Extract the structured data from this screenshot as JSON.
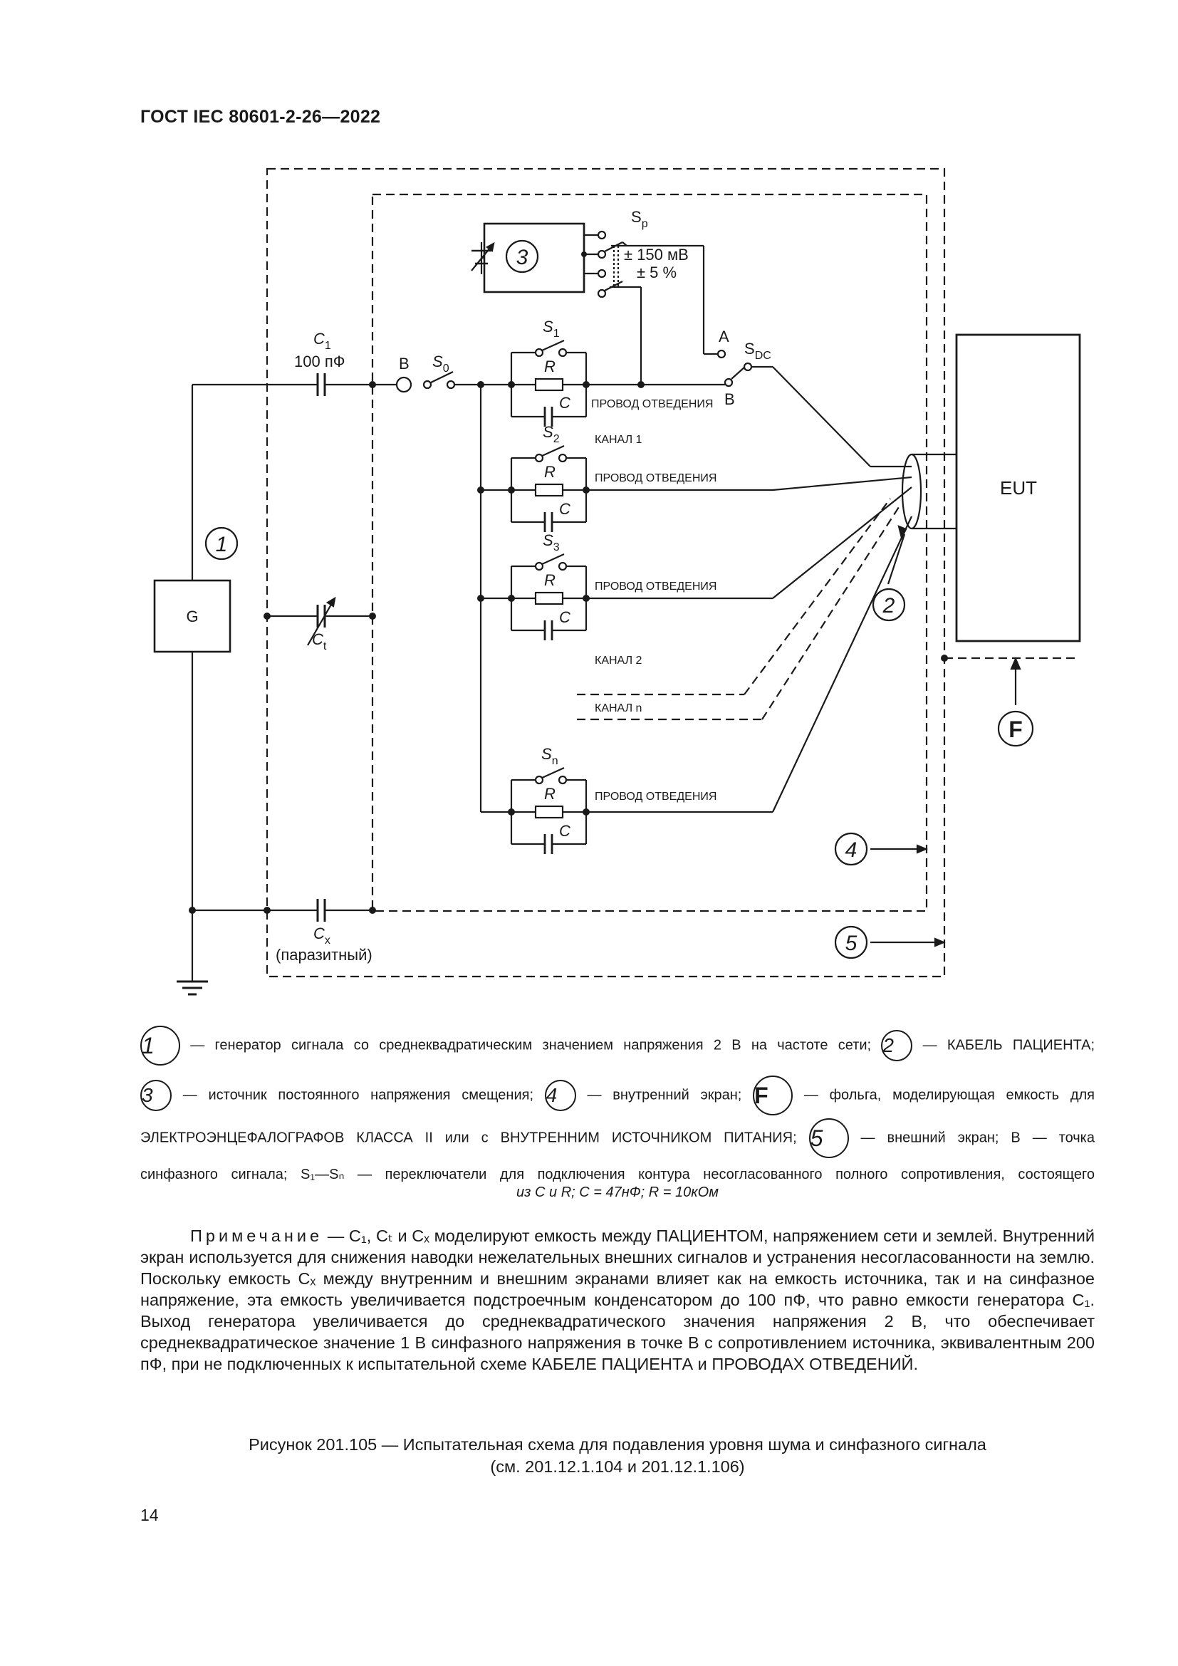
{
  "header": {
    "standard": "ГОСТ IEC 80601-2-26—2022"
  },
  "diagram": {
    "labels": {
      "c1": "C",
      "c1_sub": "1",
      "c1_value": "100 пФ",
      "point_b": "B",
      "s0": "S",
      "s0_sub": "0",
      "sp": "S",
      "sp_sub": "p",
      "bias_1": "± 150 мВ",
      "bias_2": "± 5 %",
      "a": "A",
      "sdc": "S",
      "sdc_sub": "DC",
      "b2": "B",
      "s1": "S",
      "s1_sub": "1",
      "s2": "S",
      "s2_sub": "2",
      "s3": "S",
      "s3_sub": "3",
      "sn": "S",
      "sn_sub": "n",
      "r": "R",
      "c": "C",
      "lead": "ПРОВОД ОТВЕДЕНИЯ",
      "ch1": "КАНАЛ 1",
      "ch2": "КАНАЛ 2",
      "chn": "КАНАЛ n",
      "generator": "G",
      "eut": "EUT",
      "ct": "C",
      "ct_sub": "t",
      "cx": "C",
      "cx_sub": "x",
      "cx_note": "(паразитный)",
      "m1": "1",
      "m2": "2",
      "m3": "3",
      "m4": "4",
      "m5": "5",
      "mf": "F"
    }
  },
  "legend": {
    "k1": "1",
    "t1": "— генератор сигнала со среднеквадратическим значением напряжения 2 В на частоте сети;",
    "k2": "2",
    "t2": "— КАБЕЛЬ ПАЦИЕНТА;",
    "k3": "3",
    "t3": "— источник постоянного напряжения смещения;",
    "k4": "4",
    "t4": "— внутренний экран;",
    "kf": "F",
    "tf": "— фольга, моделирующая емкость для",
    "t5a": "ЭЛЕКТРОЭНЦЕФАЛОГРАФОВ КЛАССА II или с ВНУТРЕННИМ ИСТОЧНИКОМ ПИТАНИЯ;",
    "k5": "5",
    "t5": "— внешний экран; В — точка",
    "t6": "синфазного сигнала; S₁—Sₙ — переключатели для подключения контура несогласованного полного сопротивления, состоящего",
    "t7": "из C и R; C = 47нФ; R = 10кОм"
  },
  "note": {
    "lead": "Примечание",
    "text": " — C₁, Cₜ и Cₓ моделируют емкость между ПАЦИЕНТОМ, напряжением сети и землей. Внутренний экран используется для снижения наводки нежелательных внешних сигналов и устранения несогласованности на землю. Поскольку емкость Cₓ между внутренним и внешним экранами влияет как на емкость источника, так и на синфазное напряжение, эта емкость увеличивается подстроечным конденсатором до 100 пФ, что равно емкости генератора C₁. Выход генератора увеличивается до среднеквадратического значения напряжения 2 В, что обеспечивает среднеквадратическое значение 1 В синфазного напряжения в точке В с сопротивлением источника, эквивалентным 200 пФ, при не подключенных к испытательной схеме КАБЕЛЕ ПАЦИЕНТА и ПРОВОДАХ ОТВЕДЕНИЙ."
  },
  "caption": {
    "line1": "Рисунок 201.105 — Испытательная схема для подавления уровня шума и синфазного сигнала",
    "line2": "(см. 201.12.1.104 и 201.12.1.106)"
  },
  "page_number": "14",
  "colors": {
    "ink": "#1a1a1a",
    "background": "#ffffff"
  }
}
